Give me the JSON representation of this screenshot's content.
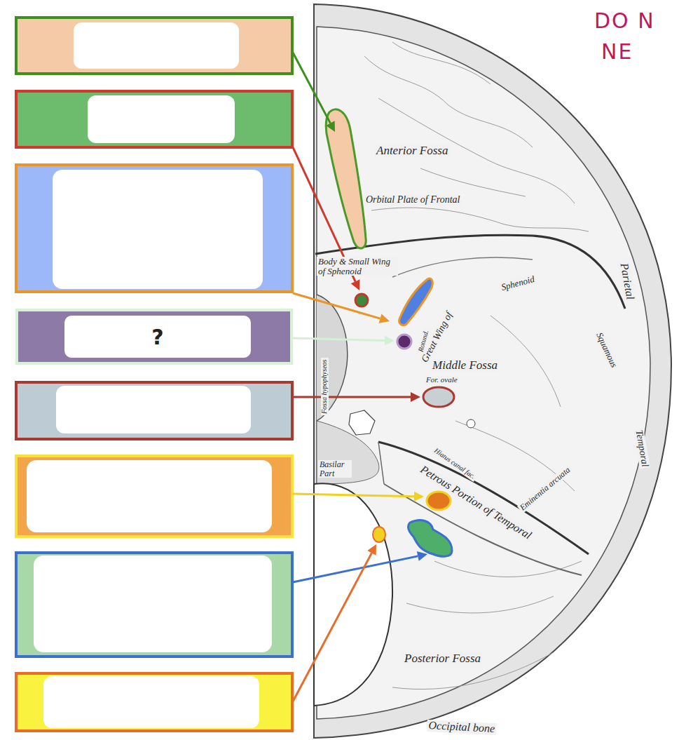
{
  "diagram": {
    "nodes": [
      {
        "text": [
          "?"
        ]
      }
    ],
    "labels": [
      "DO N",
      "NE",
      "Anterior Fossa",
      "Orbital Plate of Frontal",
      "Body & Small Wing of Sphenoid",
      "Great Wing of",
      "Sphenoid",
      "Rotund.",
      "Middle Fossa",
      "For. ovale",
      "Hiatus canal fac.",
      "Petrous Portion of Temporal",
      "Eminentia arcuata",
      "Basilar Part",
      "Posterior Fossa",
      "Occipital bone",
      "Parietal",
      "Squamous",
      "Temporal",
      "Fossa hypophyseos"
    ]
  }
}
